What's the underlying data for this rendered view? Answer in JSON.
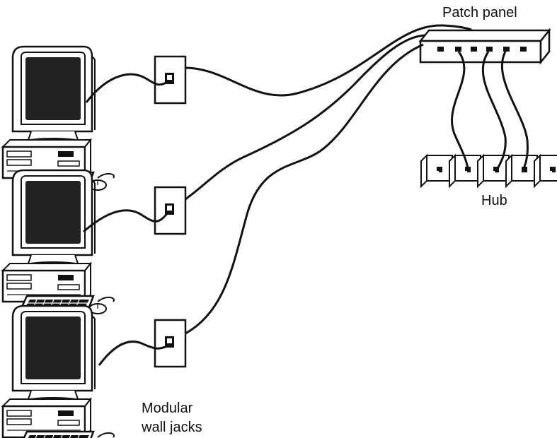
{
  "labels": {
    "patch_panel": "Patch panel",
    "hub": "Hub",
    "wall_jacks_line1": "Modular",
    "wall_jacks_line2": "wall jacks"
  },
  "colors": {
    "ink": "#111111",
    "screen": "#222222",
    "background": "#ffffff"
  },
  "diagram": {
    "computers": 3,
    "wall_jacks": 3,
    "patch_panel_ports": 6,
    "hub_ports": 5
  }
}
